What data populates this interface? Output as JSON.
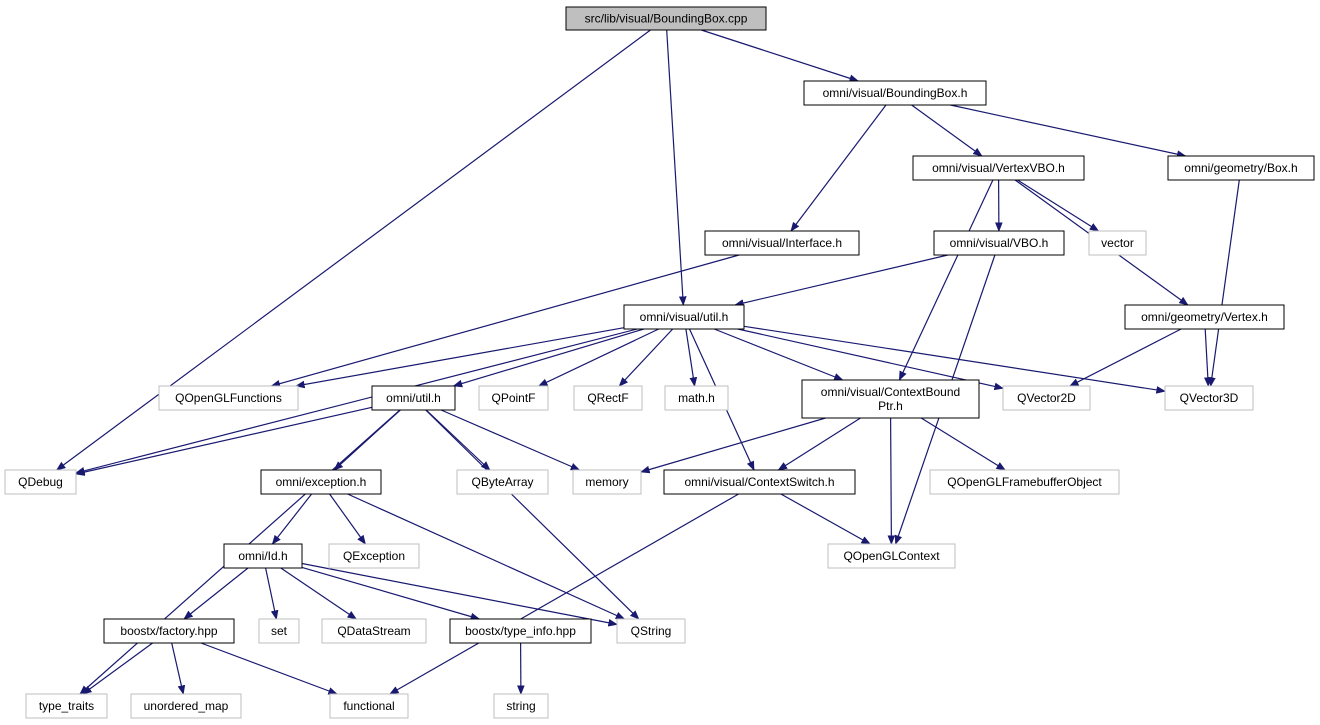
{
  "colors": {
    "edge": "#191970",
    "root_fill": "#bfbfbf",
    "internal_border": "#000000",
    "external_border": "#bfbfbf",
    "background": "#ffffff"
  },
  "nodes": {
    "root": {
      "label": "src/lib/visual/BoundingBox.cpp",
      "kind": "root"
    },
    "bbh": {
      "label": "omni/visual/BoundingBox.h",
      "kind": "internal"
    },
    "vvbo": {
      "label": "omni/visual/VertexVBO.h",
      "kind": "internal"
    },
    "box": {
      "label": "omni/geometry/Box.h",
      "kind": "internal"
    },
    "iface": {
      "label": "omni/visual/Interface.h",
      "kind": "internal"
    },
    "vbo": {
      "label": "omni/visual/VBO.h",
      "kind": "internal"
    },
    "vector": {
      "label": "vector",
      "kind": "external"
    },
    "gvertex": {
      "label": "omni/geometry/Vertex.h",
      "kind": "internal"
    },
    "vutil": {
      "label": "omni/visual/util.h",
      "kind": "internal"
    },
    "qglf": {
      "label": "QOpenGLFunctions",
      "kind": "external"
    },
    "outil": {
      "label": "omni/util.h",
      "kind": "internal"
    },
    "qpointf": {
      "label": "QPointF",
      "kind": "external"
    },
    "qrectf": {
      "label": "QRectF",
      "kind": "external"
    },
    "math": {
      "label": "math.h",
      "kind": "external"
    },
    "cbp": {
      "label": "omni/visual/ContextBound\nPtr.h",
      "kind": "internal"
    },
    "qv2": {
      "label": "QVector2D",
      "kind": "external"
    },
    "qv3": {
      "label": "QVector3D",
      "kind": "external"
    },
    "qdebug": {
      "label": "QDebug",
      "kind": "external"
    },
    "oexc": {
      "label": "omni/exception.h",
      "kind": "internal"
    },
    "qbyte": {
      "label": "QByteArray",
      "kind": "external"
    },
    "memory": {
      "label": "memory",
      "kind": "external"
    },
    "cswitch": {
      "label": "omni/visual/ContextSwitch.h",
      "kind": "internal"
    },
    "qfbo": {
      "label": "QOpenGLFramebufferObject",
      "kind": "external"
    },
    "oid": {
      "label": "omni/Id.h",
      "kind": "internal"
    },
    "qexc": {
      "label": "QException",
      "kind": "external"
    },
    "qglctx": {
      "label": "QOpenGLContext",
      "kind": "external"
    },
    "factory": {
      "label": "boostx/factory.hpp",
      "kind": "internal"
    },
    "set": {
      "label": "set",
      "kind": "external"
    },
    "qds": {
      "label": "QDataStream",
      "kind": "external"
    },
    "tinfo": {
      "label": "boostx/type_info.hpp",
      "kind": "internal"
    },
    "qstring": {
      "label": "QString",
      "kind": "external"
    },
    "ttraits": {
      "label": "type_traits",
      "kind": "external"
    },
    "umap": {
      "label": "unordered_map",
      "kind": "external"
    },
    "functional": {
      "label": "functional",
      "kind": "external"
    },
    "string": {
      "label": "string",
      "kind": "external"
    }
  },
  "edges": [
    [
      "root",
      "qdebug"
    ],
    [
      "root",
      "vutil"
    ],
    [
      "root",
      "bbh"
    ],
    [
      "bbh",
      "iface"
    ],
    [
      "bbh",
      "vvbo"
    ],
    [
      "bbh",
      "box"
    ],
    [
      "vvbo",
      "vbo"
    ],
    [
      "vvbo",
      "vector"
    ],
    [
      "vvbo",
      "gvertex"
    ],
    [
      "vvbo",
      "cbp"
    ],
    [
      "box",
      "qv3"
    ],
    [
      "iface",
      "qglf"
    ],
    [
      "vbo",
      "vutil"
    ],
    [
      "vbo",
      "qglctx"
    ],
    [
      "gvertex",
      "qv2"
    ],
    [
      "gvertex",
      "qv3"
    ],
    [
      "vutil",
      "qglf"
    ],
    [
      "vutil",
      "qdebug"
    ],
    [
      "vutil",
      "outil"
    ],
    [
      "vutil",
      "qpointf"
    ],
    [
      "vutil",
      "qrectf"
    ],
    [
      "vutil",
      "math"
    ],
    [
      "vutil",
      "cswitch"
    ],
    [
      "vutil",
      "cbp"
    ],
    [
      "vutil",
      "qv2"
    ],
    [
      "vutil",
      "qv3"
    ],
    [
      "outil",
      "qdebug"
    ],
    [
      "outil",
      "oexc"
    ],
    [
      "outil",
      "qbyte"
    ],
    [
      "outil",
      "memory"
    ],
    [
      "outil",
      "qstring"
    ],
    [
      "outil",
      "ttraits"
    ],
    [
      "cbp",
      "memory"
    ],
    [
      "cbp",
      "cswitch"
    ],
    [
      "cbp",
      "qfbo"
    ],
    [
      "cbp",
      "qglctx"
    ],
    [
      "oexc",
      "oid"
    ],
    [
      "oexc",
      "qexc"
    ],
    [
      "oexc",
      "qstring"
    ],
    [
      "cswitch",
      "qglctx"
    ],
    [
      "cswitch",
      "functional"
    ],
    [
      "oid",
      "factory"
    ],
    [
      "oid",
      "set"
    ],
    [
      "oid",
      "qds"
    ],
    [
      "oid",
      "tinfo"
    ],
    [
      "oid",
      "qstring"
    ],
    [
      "factory",
      "ttraits"
    ],
    [
      "factory",
      "umap"
    ],
    [
      "factory",
      "functional"
    ],
    [
      "tinfo",
      "string"
    ]
  ]
}
